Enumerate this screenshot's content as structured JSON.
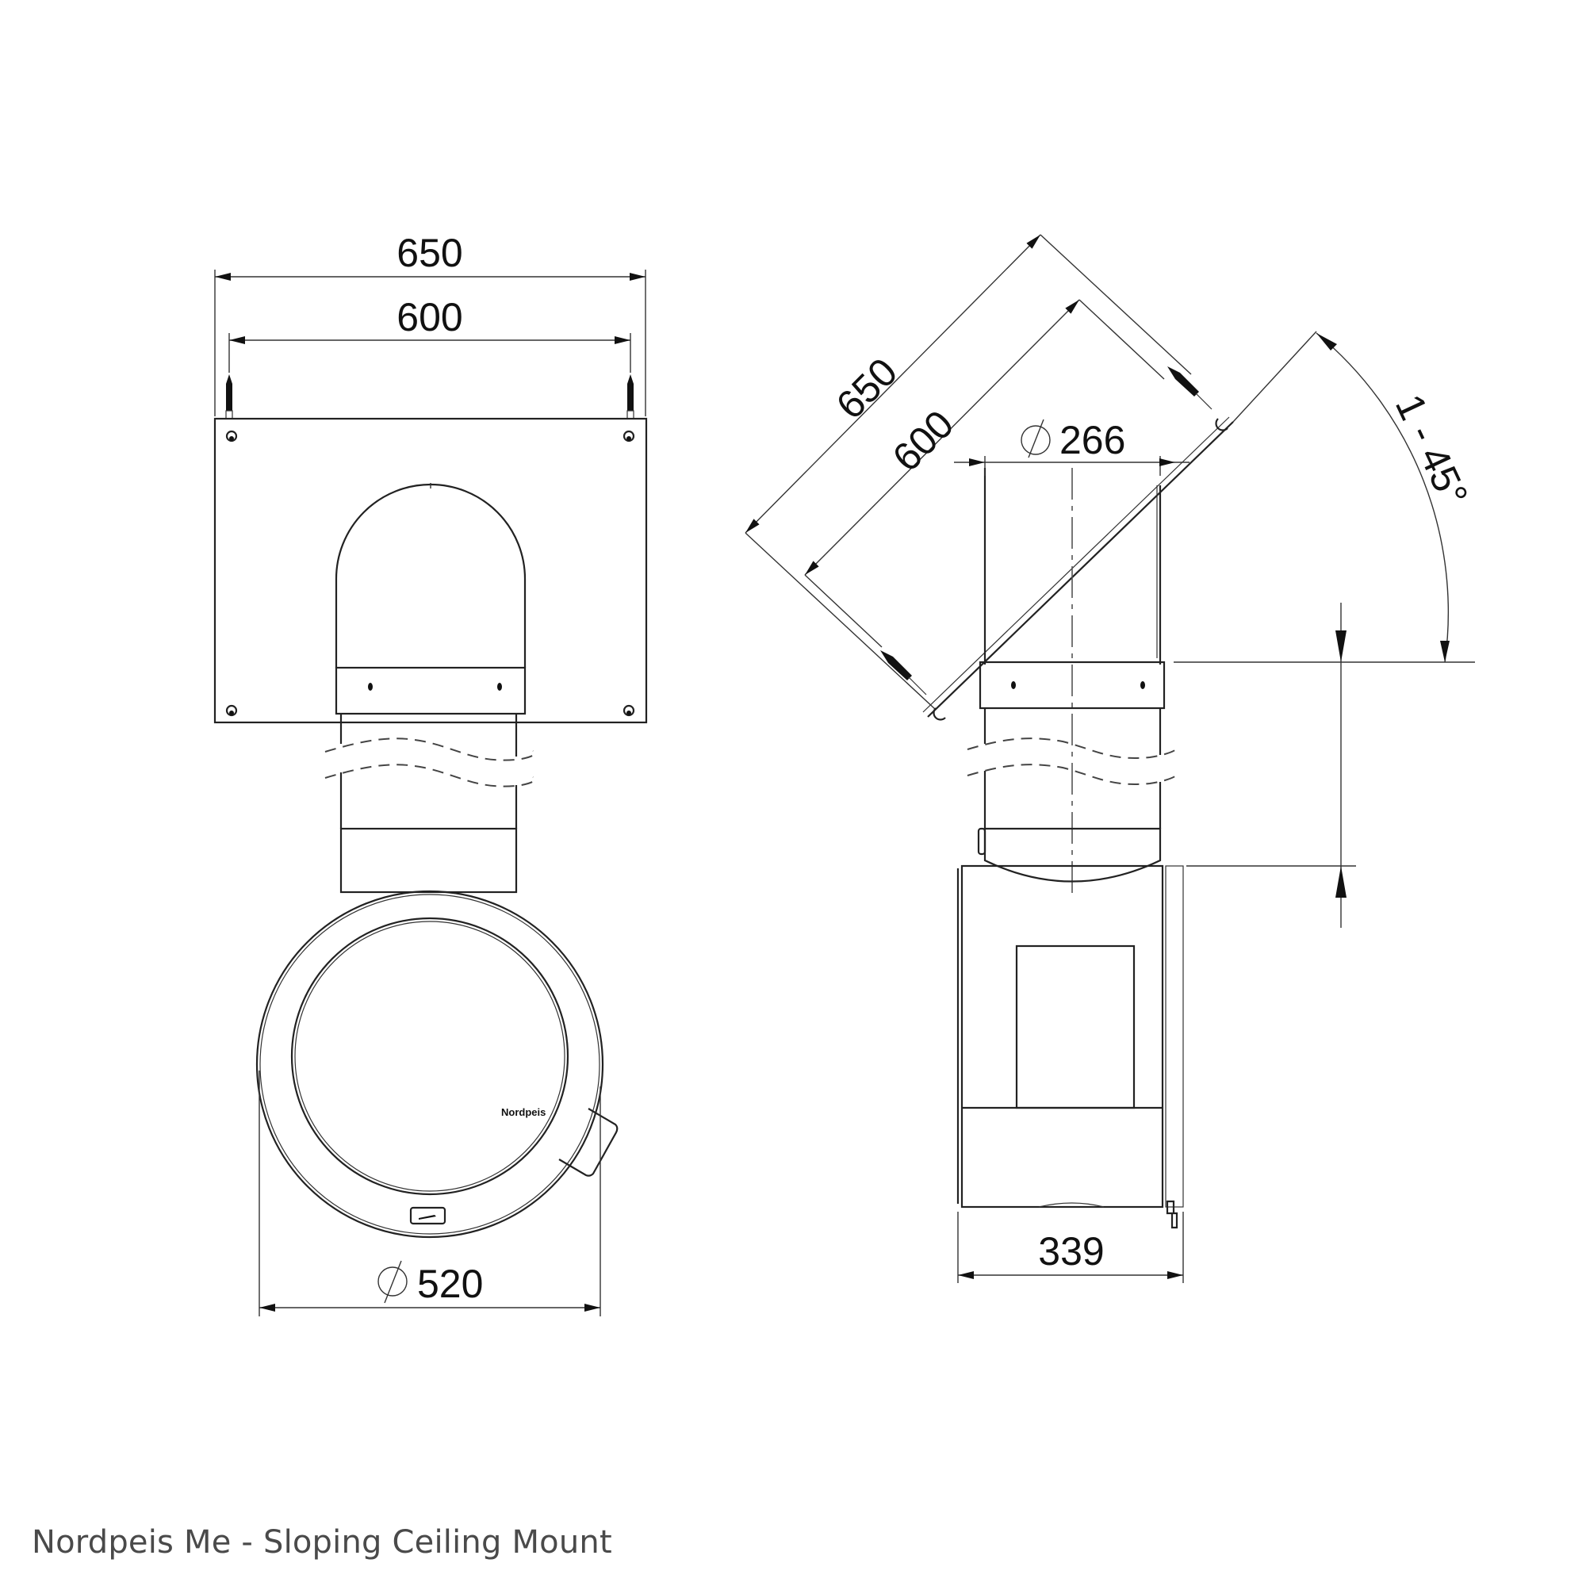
{
  "caption": "Nordpeis Me - Sloping Ceiling Mount",
  "front_view": {
    "dim_plate_outer": "650",
    "dim_plate_holes": "600",
    "dim_stove_diameter_symbol": "⌀",
    "dim_stove_diameter": "520",
    "brand_logo": "Nordpeis"
  },
  "side_view": {
    "dim_plate_outer": "650",
    "dim_plate_holes": "600",
    "dim_flue_diameter_symbol": "⌀",
    "dim_flue_diameter": "266",
    "dim_angle": "1 - 45°",
    "dim_depth": "339"
  },
  "colors": {
    "line": "#222222",
    "caption": "#4a4a4a",
    "background": "#ffffff"
  }
}
